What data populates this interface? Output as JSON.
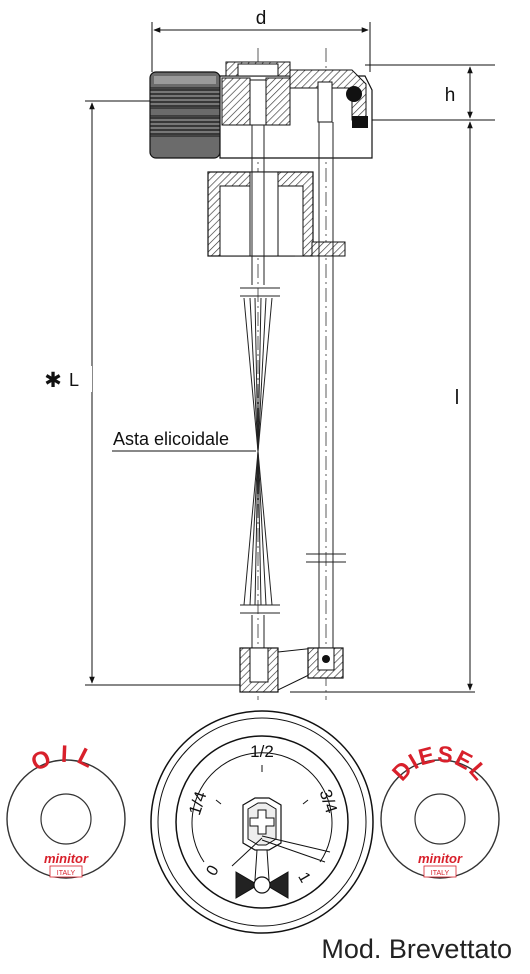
{
  "dimensions": {
    "d": "d",
    "h": "h",
    "L": "L",
    "l": "l",
    "asterisk": "✱"
  },
  "annotation": "Asta elicoidale",
  "gauge": {
    "half": "1/2",
    "quarter": "1/4",
    "three_quarter": "3/4",
    "zero": "0",
    "one": "1"
  },
  "badges": {
    "oil": {
      "title": "OIL",
      "brand": "minitor",
      "country": "ITALY",
      "color": "#d8202b"
    },
    "diesel": {
      "title": "DIESEL",
      "brand": "minitor",
      "country": "ITALY",
      "color": "#d8202b"
    }
  },
  "footer": "Mod. Brevettato"
}
